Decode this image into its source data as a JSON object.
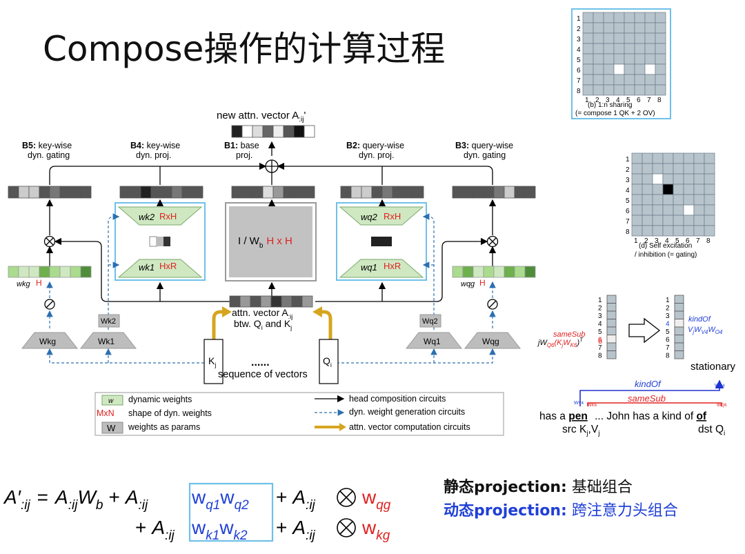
{
  "title": "Compose操作的计算过程",
  "diagram": {
    "new_vector_label": "new attn. vector A",
    "new_vector_sub": ":ij",
    "new_vector_prime": "'",
    "branches": [
      {
        "key": "B5:",
        "text": "key-wise",
        "text2": "dyn. gating"
      },
      {
        "key": "B4:",
        "text": "key-wise",
        "text2": "dyn. proj."
      },
      {
        "key": "B1:",
        "text": "base",
        "text2": "proj."
      },
      {
        "key": "B2:",
        "text": "query-wise",
        "text2": "dyn. proj."
      },
      {
        "key": "B3:",
        "text": "query-wise",
        "text2": "dyn. gating"
      }
    ],
    "center_box": {
      "text": "I / W",
      "sub": "b",
      "red": "H x H"
    },
    "wk2": {
      "label": "wk2",
      "shape": "RxH"
    },
    "wk1": {
      "label": "wk1",
      "shape": "HxR"
    },
    "wq2": {
      "label": "wq2",
      "shape": "RxH"
    },
    "wq1": {
      "label": "wq1",
      "shape": "HxR"
    },
    "wkg": {
      "label": "wkg",
      "shape": "H"
    },
    "wqg": {
      "label": "wqg",
      "shape": "H"
    },
    "attn_vector": {
      "line1": "attn. vector A",
      "sub1": ":ij",
      "line2": "btw. Q",
      "sub2": "i",
      "line3": " and K",
      "sub3": "j"
    },
    "params": {
      "kg": "Wkg",
      "k1": "Wk1",
      "k2": "Wk2",
      "q1": "Wq1",
      "q2": "Wq2",
      "qg": "Wqg"
    },
    "kj": "K",
    "kj_sub": "j",
    "qi": "Q",
    "qi_sub": "i",
    "dots": "......",
    "sequence": "sequence of vectors"
  },
  "legend": {
    "dyn_weights": "dynamic weights",
    "mxn": "MxN",
    "shape": "shape of dyn. weights",
    "w": "W",
    "params": "weights as params",
    "head_comp": "head composition circuits",
    "dyn_gen": "dyn. weight generation circuits",
    "attn_comp": "attn. vector computation circuits"
  },
  "grid_b": {
    "rows": [
      "1",
      "2",
      "3",
      "4",
      "5",
      "6",
      "7",
      "8"
    ],
    "cols": [
      "1",
      "2",
      "3",
      "4",
      "5",
      "6",
      "7",
      "8"
    ],
    "caption1": "(b) 1:n sharing",
    "caption2": "(= compose 1 QK + 2 OV)"
  },
  "grid_d": {
    "rows": [
      "1",
      "2",
      "3",
      "4",
      "5",
      "6",
      "7",
      "8"
    ],
    "cols": [
      "1",
      "2",
      "3",
      "4",
      "5",
      "6",
      "7",
      "8"
    ],
    "caption1": "(d) Self excitation",
    "caption2": "/ inhibition (= gating)"
  },
  "example": {
    "same_sub": "sameSub",
    "left_formula": "jW",
    "kind_of": "kindOf",
    "right_formula": "VjWV4WO4",
    "stationary": "stationary",
    "kind_of_arc": "kindOf",
    "same_sub_arc": "sameSub",
    "sentence_a": "has a",
    "pen": "pen",
    "sentence_b": "... John has a kind of",
    "of": "of",
    "src": "src K",
    "src_sub": "j",
    "src_v": ",V",
    "src_v_sub": "j",
    "dst": "dst Q",
    "dst_sub": "i",
    "row_numbers": [
      "1",
      "2",
      "3",
      "4",
      "5",
      "6",
      "7",
      "8"
    ]
  },
  "formula": {
    "lhs": "A′",
    "sub": ":ij",
    "eq": "=",
    "line1_rest": "W",
    "wq1": "w",
    "q1": "q1",
    "wq2": "w",
    "q2": "q2",
    "wqg": "w",
    "qg": "qg",
    "wk1": "w",
    "k1": "k1",
    "wk2": "w",
    "k2": "k2",
    "wkg": "w",
    "kg": "kg"
  },
  "notes": {
    "static_bold": "静态projection:",
    "static_text": " 基础组合",
    "dynamic_bold": "动态projection:",
    "dynamic_text": " 跨注意力头组合"
  },
  "colors": {
    "blue_box": "#6ec0e8",
    "red": "#e02020",
    "blue_text": "#1f3fd6",
    "gold": "#d6a520",
    "green_box": "#cfe8c2"
  }
}
